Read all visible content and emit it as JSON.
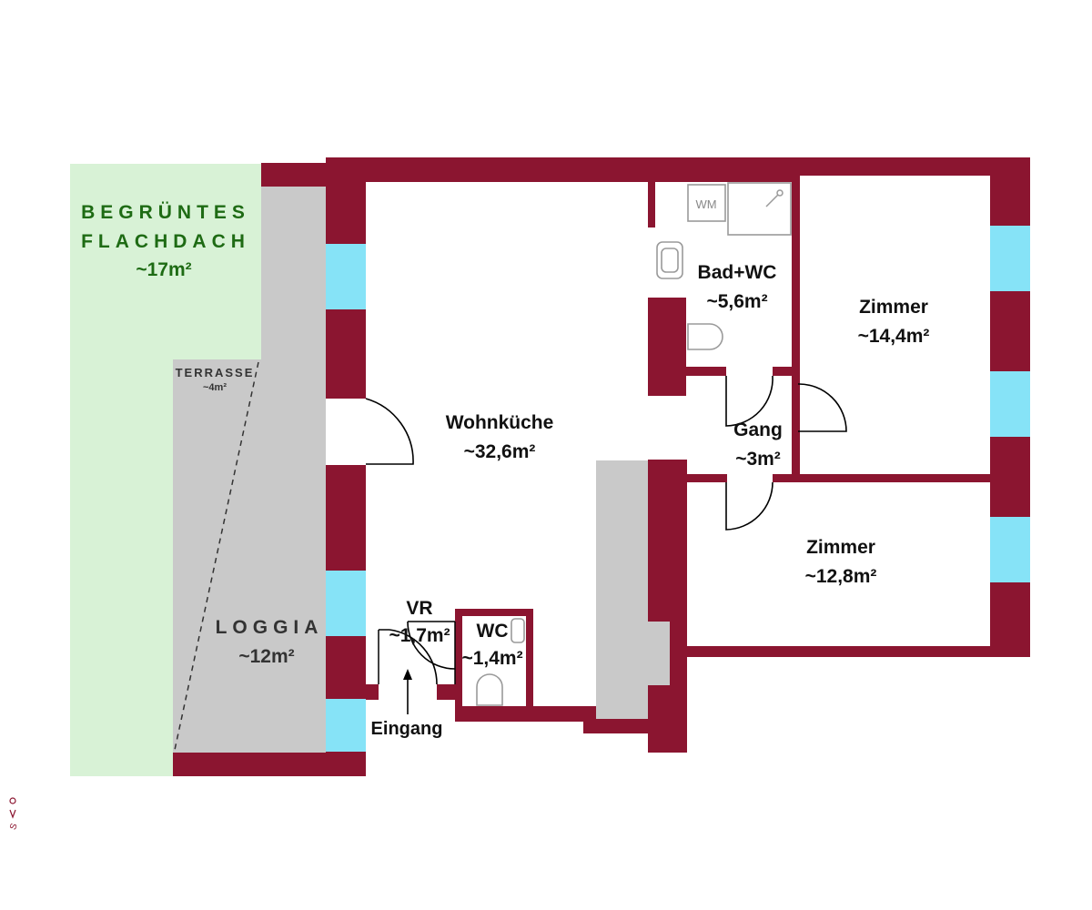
{
  "rooms": {
    "flachdach": {
      "line1": "BEGRÜNTES",
      "line2": "FLACHDACH",
      "area": "~17m²"
    },
    "terrasse": {
      "name": "TERRASSE",
      "area": "~4m²"
    },
    "loggia": {
      "name": "LOGGIA",
      "area": "~12m²"
    },
    "wohnkueche": {
      "name": "Wohnküche",
      "area": "~32,6m²"
    },
    "bad": {
      "name": "Bad+WC",
      "area": "~5,6m²"
    },
    "zimmer1": {
      "name": "Zimmer",
      "area": "~14,4m²"
    },
    "zimmer2": {
      "name": "Zimmer",
      "area": "~12,8m²"
    },
    "gang": {
      "name": "Gang",
      "area": "~3m²"
    },
    "vr": {
      "name": "VR",
      "area": "~1,7m²"
    },
    "wc": {
      "name": "WC",
      "area": "~1,4m²"
    }
  },
  "fixtures": {
    "washing_machine": "WM"
  },
  "entrance": {
    "label": "Eingang"
  },
  "compass": {
    "label": "S"
  },
  "colors": {
    "wall": "#8b1530",
    "window": "#86e3f7",
    "loggia": "#c9c9c9",
    "green_roof": "#d8f2d6",
    "green_text": "#1e6b14"
  }
}
